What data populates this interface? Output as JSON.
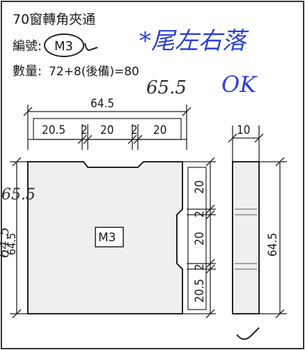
{
  "header": {
    "title": "70窗轉角夾通",
    "code_label": "編號:",
    "code": "M3",
    "qty_label": "數量:",
    "qty_value": "72+8(後備)=80"
  },
  "dimensions": {
    "top_total": "64.5",
    "top_seg_1": "20.5",
    "top_seg_2": "2",
    "top_seg_3": "20",
    "top_seg_4": "2",
    "top_seg_5": "20",
    "left_height": "64.5",
    "right_seg_1": "20",
    "right_seg_2": "2",
    "right_seg_3": "20",
    "right_seg_4": "2",
    "right_seg_5": "20.5",
    "side_width": "10",
    "side_height": "64.5"
  },
  "part_label": "M3",
  "annotations": {
    "handwritten_note": "*尾左右落",
    "measured": "65.5",
    "measured_left": "65.5",
    "measured_left_2": "64.5",
    "approval": "OK"
  },
  "colors": {
    "ink": "#1a1a1a",
    "pen_blue": "#2b3fd6",
    "pencil": "#2e2e2e",
    "panel_fill": "#efefef"
  }
}
